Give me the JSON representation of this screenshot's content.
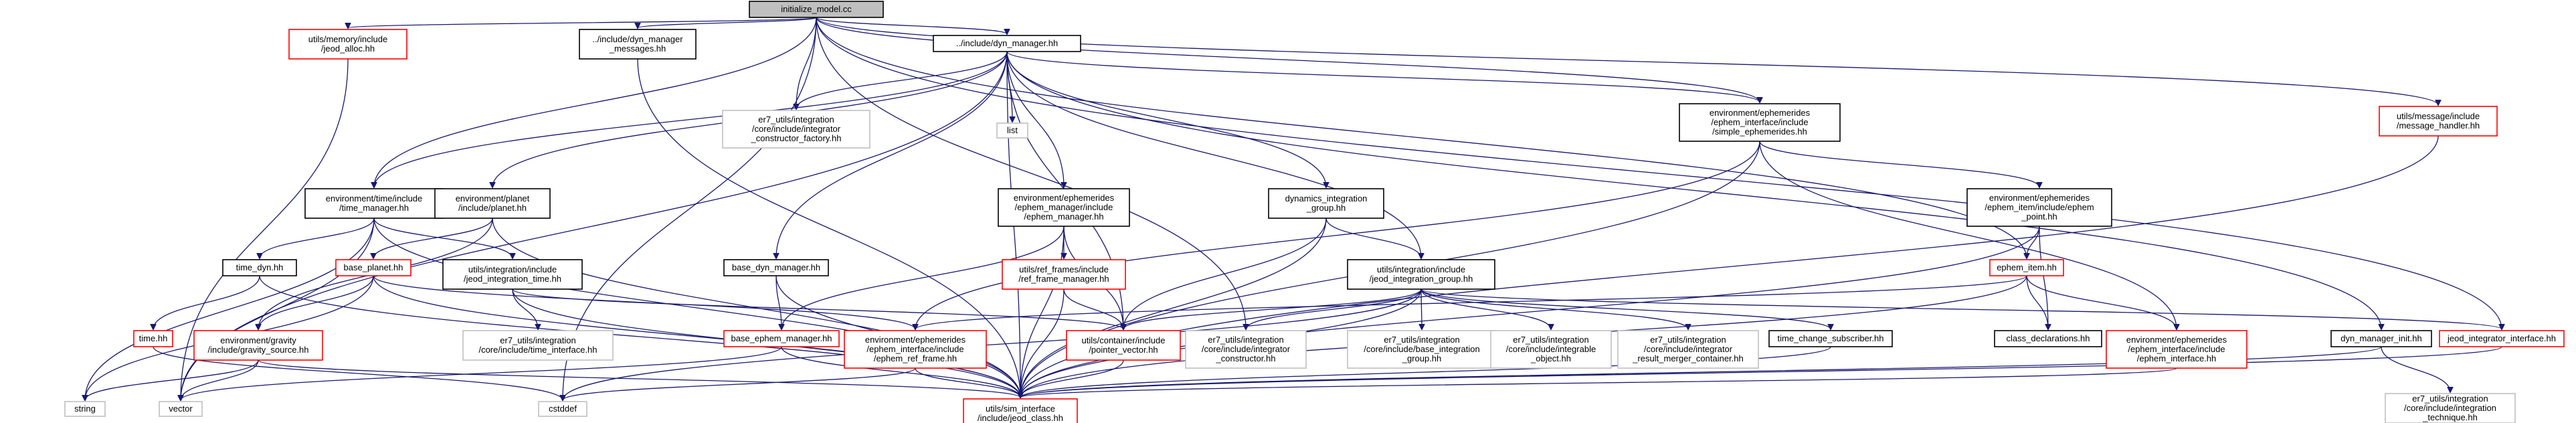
{
  "nodes": [
    {
      "id": "root",
      "lines": [
        "initialize_model.cc"
      ],
      "style": "root"
    },
    {
      "id": "jeod_alloc",
      "lines": [
        "utils/memory/include",
        "/jeod_alloc.hh"
      ],
      "style": "red"
    },
    {
      "id": "dyn_mgr_msgs",
      "lines": [
        "../include/dyn_manager",
        "_messages.hh"
      ],
      "style": "black"
    },
    {
      "id": "dyn_manager",
      "lines": [
        "../include/dyn_manager.hh"
      ],
      "style": "black"
    },
    {
      "id": "ctor_factory",
      "lines": [
        "er7_utils/integration",
        "/core/include/integrator",
        "_constructor_factory.hh"
      ],
      "style": "grey"
    },
    {
      "id": "list",
      "lines": [
        "list"
      ],
      "style": "grey"
    },
    {
      "id": "simple_ephem",
      "lines": [
        "environment/ephemerides",
        "/ephem_interface/include",
        "/simple_ephemerides.hh"
      ],
      "style": "black"
    },
    {
      "id": "message_handler",
      "lines": [
        "utils/message/include",
        "/message_handler.hh"
      ],
      "style": "red"
    },
    {
      "id": "time_manager",
      "lines": [
        "environment/time/include",
        "/time_manager.hh"
      ],
      "style": "black"
    },
    {
      "id": "planet",
      "lines": [
        "environment/planet",
        "/include/planet.hh"
      ],
      "style": "black"
    },
    {
      "id": "ephem_manager",
      "lines": [
        "environment/ephemerides",
        "/ephem_manager/include",
        "/ephem_manager.hh"
      ],
      "style": "black"
    },
    {
      "id": "dyn_integ_group",
      "lines": [
        "dynamics_integration",
        "_group.hh"
      ],
      "style": "black"
    },
    {
      "id": "ephem_point",
      "lines": [
        "environment/ephemerides",
        "/ephem_item/include/ephem",
        "_point.hh"
      ],
      "style": "black"
    },
    {
      "id": "time_dyn",
      "lines": [
        "time_dyn.hh"
      ],
      "style": "black"
    },
    {
      "id": "base_planet",
      "lines": [
        "base_planet.hh"
      ],
      "style": "red"
    },
    {
      "id": "jeod_integ_time",
      "lines": [
        "utils/integration/include",
        "/jeod_integration_time.hh"
      ],
      "style": "black"
    },
    {
      "id": "base_dyn_mgr",
      "lines": [
        "base_dyn_manager.hh"
      ],
      "style": "black"
    },
    {
      "id": "ref_frame_mgr",
      "lines": [
        "utils/ref_frames/include",
        "/ref_frame_manager.hh"
      ],
      "style": "red"
    },
    {
      "id": "jeod_integ_group",
      "lines": [
        "utils/integration/include",
        "/jeod_integration_group.hh"
      ],
      "style": "black"
    },
    {
      "id": "ephem_item",
      "lines": [
        "ephem_item.hh"
      ],
      "style": "red"
    },
    {
      "id": "time_hh",
      "lines": [
        "time.hh"
      ],
      "style": "red"
    },
    {
      "id": "gravity_source",
      "lines": [
        "environment/gravity",
        "/include/gravity_source.hh"
      ],
      "style": "red"
    },
    {
      "id": "er7_time_interface",
      "lines": [
        "er7_utils/integration",
        "/core/include/time_interface.hh"
      ],
      "style": "grey"
    },
    {
      "id": "base_ephem_mgr",
      "lines": [
        "base_ephem_manager.hh"
      ],
      "style": "red"
    },
    {
      "id": "ephem_ref_frame",
      "lines": [
        "environment/ephemerides",
        "/ephem_interface/include",
        "/ephem_ref_frame.hh"
      ],
      "style": "red"
    },
    {
      "id": "pointer_vector",
      "lines": [
        "utils/container/include",
        "/pointer_vector.hh"
      ],
      "style": "red"
    },
    {
      "id": "integ_ctor",
      "lines": [
        "er7_utils/integration",
        "/core/include/integrator",
        "_constructor.hh"
      ],
      "style": "grey"
    },
    {
      "id": "base_integ_group",
      "lines": [
        "er7_utils/integration",
        "/core/include/base_integration",
        "_group.hh"
      ],
      "style": "grey"
    },
    {
      "id": "integrable_obj",
      "lines": [
        "er7_utils/integration",
        "/core/include/integrable",
        "_object.hh"
      ],
      "style": "grey"
    },
    {
      "id": "result_merger",
      "lines": [
        "er7_utils/integration",
        "/core/include/integrator",
        "_result_merger_container.hh"
      ],
      "style": "grey"
    },
    {
      "id": "time_change_sub",
      "lines": [
        "time_change_subscriber.hh"
      ],
      "style": "black"
    },
    {
      "id": "class_decl",
      "lines": [
        "class_declarations.hh"
      ],
      "style": "black"
    },
    {
      "id": "ephem_interface",
      "lines": [
        "environment/ephemerides",
        "/ephem_interface/include",
        "/ephem_interface.hh"
      ],
      "style": "red"
    },
    {
      "id": "dyn_mgr_init",
      "lines": [
        "dyn_manager_init.hh"
      ],
      "style": "black"
    },
    {
      "id": "jeod_integ_iface",
      "lines": [
        "jeod_integrator_interface.hh"
      ],
      "style": "red"
    },
    {
      "id": "string",
      "lines": [
        "string"
      ],
      "style": "grey"
    },
    {
      "id": "vector",
      "lines": [
        "vector"
      ],
      "style": "grey"
    },
    {
      "id": "cstddef",
      "lines": [
        "cstddef"
      ],
      "style": "grey"
    },
    {
      "id": "sim_interface",
      "lines": [
        "utils/sim_interface",
        "/include/jeod_class.hh"
      ],
      "style": "red"
    },
    {
      "id": "integ_technique",
      "lines": [
        "er7_utils/integration",
        "/core/include/integration",
        "_technique.hh"
      ],
      "style": "grey"
    }
  ]
}
